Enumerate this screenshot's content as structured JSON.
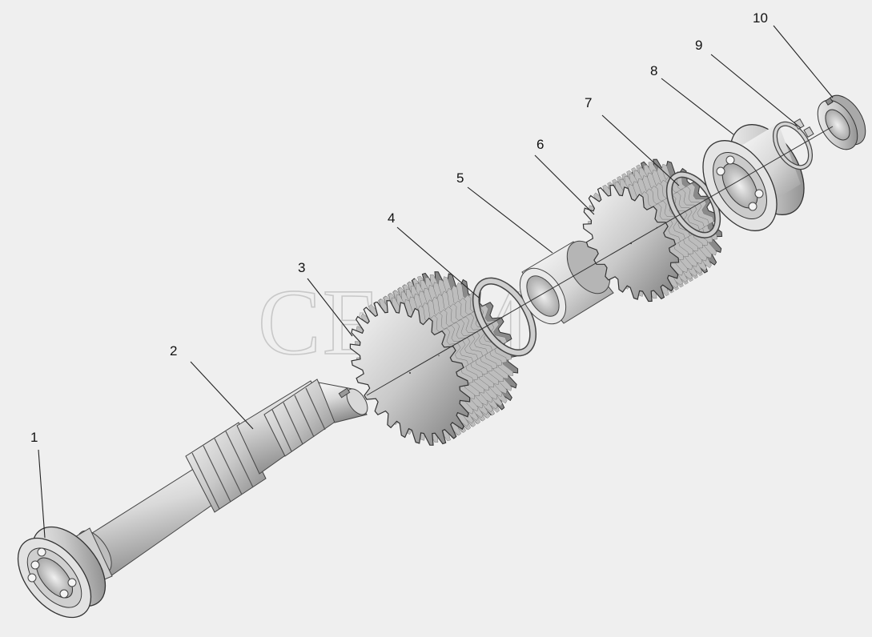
{
  "diagram": {
    "watermark": "СЕЛМ",
    "callouts": [
      "1",
      "2",
      "3",
      "4",
      "5",
      "6",
      "7",
      "8",
      "9",
      "10"
    ]
  }
}
